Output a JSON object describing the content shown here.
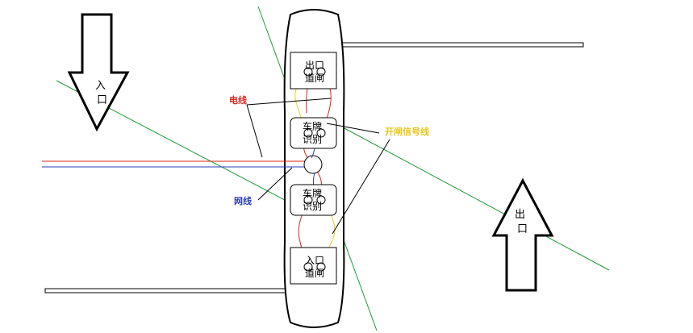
{
  "diagram": {
    "arrows": {
      "entrance": "入口",
      "exit": "出口"
    },
    "boxes": {
      "exit_gate": "出口道闸",
      "plate_top": "车牌识别",
      "plate_bottom": "车牌识别",
      "entry_gate": "入口道闸"
    },
    "labels": {
      "power_cable": "电线",
      "gate_signal": "开闸信号线",
      "network_cable": "网线"
    },
    "colors": {
      "power": "#d9261c",
      "network": "#2b3fb8",
      "signal": "#e8d21a",
      "guide": "#1f9a3a",
      "outline": "#000000"
    }
  }
}
